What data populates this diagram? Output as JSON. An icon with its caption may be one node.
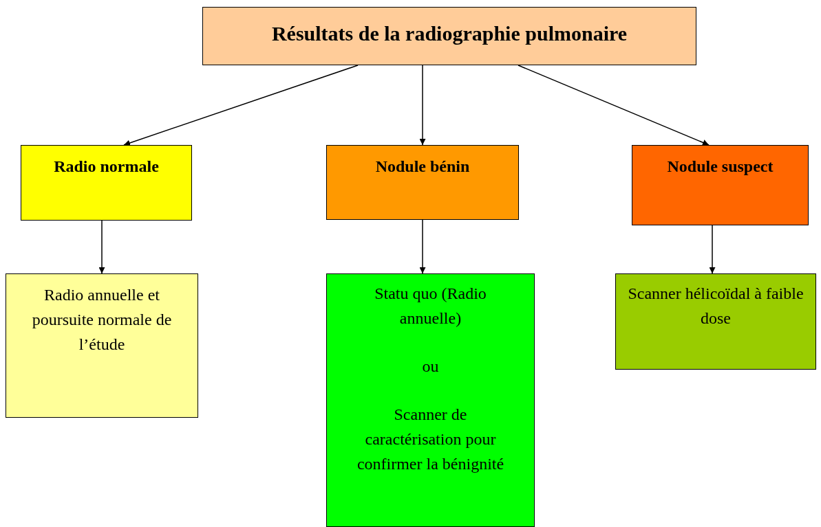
{
  "diagram": {
    "nodes": [
      {
        "text": [
          "Résultats de la radiographie pulmonaire"
        ]
      },
      {
        "text": [
          "Radio normale"
        ]
      },
      {
        "text": [
          "Nodule bénin"
        ]
      },
      {
        "text": [
          "Nodule suspect"
        ]
      },
      {
        "text": [
          "Radio annuelle et poursuite normale de l’étude"
        ]
      },
      {
        "text": [
          "Statu quo (Radio annuelle)",
          "ou",
          "Scanner de caractérisation pour confirmer la bénignité"
        ]
      },
      {
        "text": [
          "Scanner hélicoïdal à faible dose"
        ]
      }
    ],
    "edges": [
      {
        "from": 0,
        "to": 1,
        "arrow": "to"
      },
      {
        "from": 0,
        "to": 2,
        "arrow": "to"
      },
      {
        "from": 0,
        "to": 3,
        "arrow": "to"
      },
      {
        "from": 1,
        "to": 4,
        "arrow": "to"
      },
      {
        "from": 2,
        "to": 5,
        "arrow": "to"
      },
      {
        "from": 3,
        "to": 6,
        "arrow": "to"
      }
    ]
  }
}
